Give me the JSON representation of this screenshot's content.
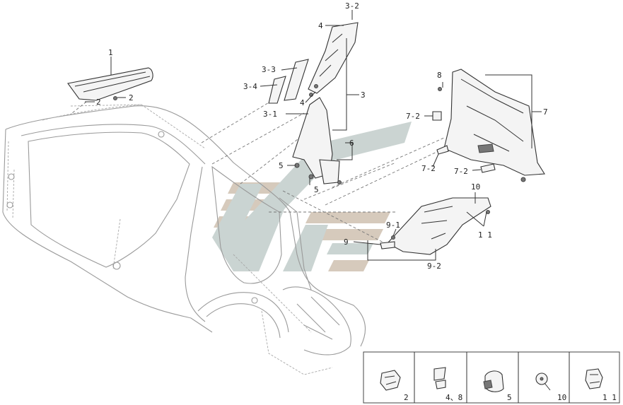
{
  "callouts": {
    "c1": "1",
    "c2": "2",
    "c3": "3",
    "c3_1": "3-1",
    "c3_2": "3-2",
    "c3_3": "3-3",
    "c3_4": "3-4",
    "c4_top": "4",
    "c4_mid": "4",
    "c5_left": "5",
    "c5_bottom": "5",
    "c6": "6",
    "c7": "7",
    "c7_2_top": "7-2",
    "c7_2_mid": "7-2",
    "c7_2_bot": "7-2",
    "c8": "8",
    "c9": "9",
    "c9_1": "9-1",
    "c9_2": "9-2",
    "c10": "10",
    "c11": "1 1"
  },
  "legend": {
    "cells": [
      {
        "icon": "clip-fastener-icon",
        "label": "2"
      },
      {
        "icon": "retainer-clip-icon",
        "label": "4、8"
      },
      {
        "icon": "grommet-clip-icon",
        "label": "5"
      },
      {
        "icon": "push-pin-icon",
        "label": "10"
      },
      {
        "icon": "nut-clip-icon",
        "label": "1 1"
      }
    ]
  },
  "colors": {
    "watermark_tan": "#c9b9a6",
    "watermark_grey": "#b9c6c3",
    "line": "#333333",
    "body_outline": "#9a9a9a"
  }
}
